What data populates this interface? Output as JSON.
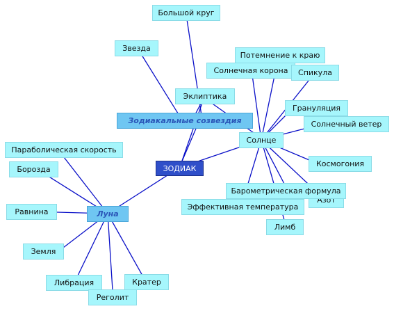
{
  "diagram": {
    "root": "ЗОДИАК",
    "hubs": {
      "zodiac": "Зодиакальные созвездия",
      "sun": "Солнце",
      "moon": "Луна"
    },
    "zodiac_children": {
      "big_circle": "Большой круг",
      "star": "Звезда",
      "ecliptic": "Эклиптика"
    },
    "sun_children": {
      "limb_darkening": "Потемнение к краю",
      "corona": "Солнечная корона",
      "spicule": "Спикула",
      "granulation": "Грануляция",
      "solar_wind": "Солнечный ветер",
      "cosmogony": "Космогония",
      "barometric_formula": "Барометрическая формула",
      "nitrogen": "Азот",
      "effective_temperature": "Эффективная температура",
      "limb": "Лимб"
    },
    "moon_children": {
      "parabolic_velocity": "Параболическая скорость",
      "furrow": "Борозда",
      "plain": "Равнина",
      "earth": "Земля",
      "libration": "Либрация",
      "regolith": "Реголит",
      "crater": "Кратер"
    },
    "colors": {
      "edge": "#0a10c8",
      "node": "#a6f6fc",
      "hub": "#6fc6f2",
      "root": "#2f4fc9"
    }
  }
}
